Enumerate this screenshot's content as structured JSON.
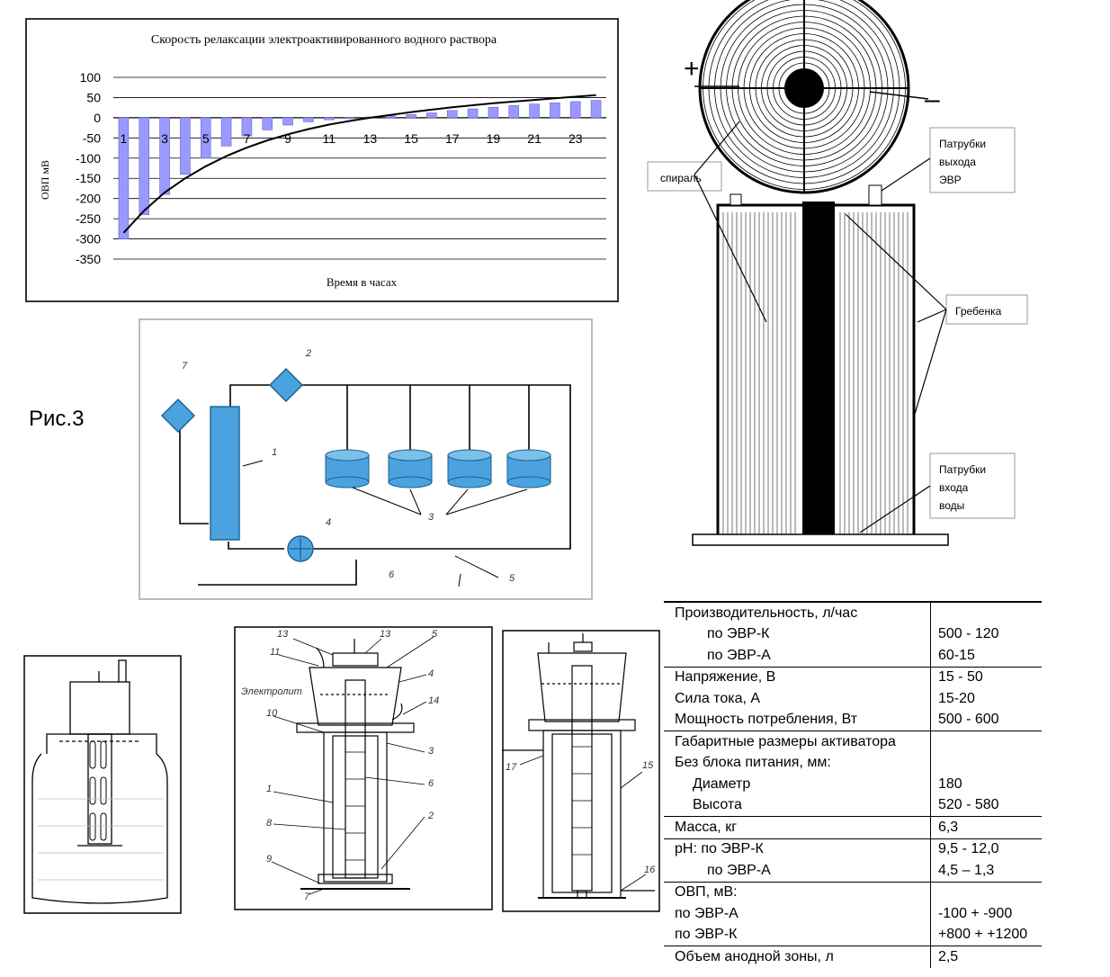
{
  "chart_data": {
    "type": "bar",
    "title": "Скорость релаксации электроактивированного водного раствора",
    "xlabel": "Время в часах",
    "ylabel": "ОВП мВ",
    "ylim": [
      -350,
      100
    ],
    "yticks": [
      100,
      50,
      0,
      -50,
      -100,
      -150,
      -200,
      -250,
      -300,
      -350
    ],
    "xtick_labels": [
      "1",
      "3",
      "5",
      "7",
      "9",
      "11",
      "13",
      "15",
      "17",
      "19",
      "21",
      "23"
    ],
    "x": [
      1,
      2,
      3,
      4,
      5,
      6,
      7,
      8,
      9,
      10,
      11,
      12,
      13,
      14,
      15,
      16,
      17,
      18,
      19,
      20,
      21,
      22,
      23,
      24
    ],
    "values": [
      -300,
      -240,
      -190,
      -140,
      -100,
      -70,
      -45,
      -30,
      -18,
      -10,
      -5,
      -2,
      2,
      5,
      8,
      12,
      18,
      22,
      26,
      30,
      34,
      37,
      40,
      43
    ],
    "trend": [
      -285,
      -230,
      -185,
      -150,
      -120,
      -95,
      -74,
      -56,
      -41,
      -28,
      -17,
      -8,
      0,
      7,
      14,
      20,
      26,
      31,
      36,
      40,
      44,
      48,
      52,
      56
    ],
    "grid": true,
    "bar_color": "#9999ff",
    "trend_color": "#000000"
  },
  "figure_label": "Рис.3",
  "schema": {
    "labels": [
      "7",
      "2",
      "1",
      "4",
      "3",
      "6",
      "5"
    ]
  },
  "electrode_diagram": {
    "plus_sign": "+",
    "minus_sign": "–",
    "callouts": {
      "spiral": "спираль",
      "outlet": [
        "Патрубки",
        "выхода",
        "ЭВР"
      ],
      "comb": "Гребенка",
      "inlet": [
        "Патрубки",
        "входа",
        "воды"
      ]
    }
  },
  "device_drawings": {
    "electrolyte_label": "Электролит",
    "labels_mid": [
      "13",
      "11",
      "13",
      "5",
      "4",
      "14",
      "10",
      "3",
      "6",
      "1",
      "8",
      "2",
      "9",
      "7"
    ],
    "labels_right": [
      "17",
      "15",
      "16"
    ]
  },
  "spec_table": [
    {
      "label": "Производительность, л/час",
      "value": "",
      "indent": 0,
      "end": false
    },
    {
      "label": "по ЭВР-К",
      "value": "500 - 120",
      "indent": 1,
      "end": false
    },
    {
      "label": "по ЭВР-А",
      "value": "60-15",
      "indent": 1,
      "end": true
    },
    {
      "label": "Напряжение, В",
      "value": "15 -  50",
      "indent": 0,
      "end": false
    },
    {
      "label": "Сила тока, А",
      "value": "15-20",
      "indent": 0,
      "end": false
    },
    {
      "label": "Мощность потребления, Вт",
      "value": "500 - 600",
      "indent": 0,
      "end": true
    },
    {
      "label": "Габаритные размеры активатора",
      "value": "",
      "indent": 0,
      "end": false
    },
    {
      "label": "Без блока питания, мм:",
      "value": "",
      "indent": 0,
      "end": false
    },
    {
      "label": "Диаметр",
      "value": "180",
      "indent": 2,
      "end": false
    },
    {
      "label": "Высота",
      "value": "520 - 580",
      "indent": 2,
      "end": true
    },
    {
      "label": "Масса, кг",
      "value": "6,3",
      "indent": 0,
      "end": true
    },
    {
      "label": "pH:   по ЭВР-К",
      "value": "9,5 - 12,0",
      "indent": 0,
      "end": false
    },
    {
      "label": "по ЭВР-А",
      "value": "4,5 – 1,3",
      "indent": 1,
      "end": true
    },
    {
      "label": "ОВП, мВ:",
      "value": "",
      "indent": 0,
      "end": false
    },
    {
      "label": "по ЭВР-А",
      "value": "-100  +  -900",
      "indent": 0,
      "end": false
    },
    {
      "label": "по ЭВР-К",
      "value": "+800 +  +1200",
      "indent": 0,
      "end": true
    },
    {
      "label": "Объем анодной зоны, л",
      "value": "2,5",
      "indent": 0,
      "end": false
    }
  ]
}
